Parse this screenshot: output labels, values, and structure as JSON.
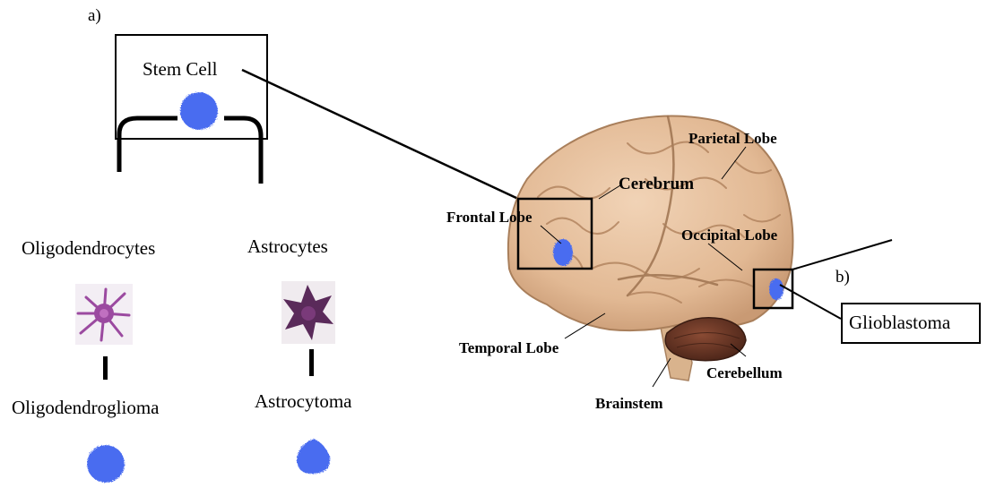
{
  "panel_a_label": "a)",
  "panel_b_label": "b)",
  "stem_cell": "Stem Cell",
  "lineage": {
    "left": {
      "cell": "Oligodendrocytes",
      "tumor": "Oligodendroglioma"
    },
    "right": {
      "cell": "Astrocytes",
      "tumor": "Astrocytoma"
    }
  },
  "brain": {
    "parietal": "Parietal Lobe",
    "cerebrum": "Cerebrum",
    "frontal": "Frontal Lobe",
    "occipital": "Occipital Lobe",
    "temporal": "Temporal Lobe",
    "cerebellum": "Cerebellum",
    "brainstem": "Brainstem"
  },
  "glioblastoma": "Glioblastoma",
  "colors": {
    "tumor_blue": "#4a6cf0",
    "brain_tan": "#e6c2a0",
    "cerebellum_brown": "#6b3a28",
    "oligo_purple": "#9b4aa0",
    "astro_purple": "#5a2a5a"
  }
}
